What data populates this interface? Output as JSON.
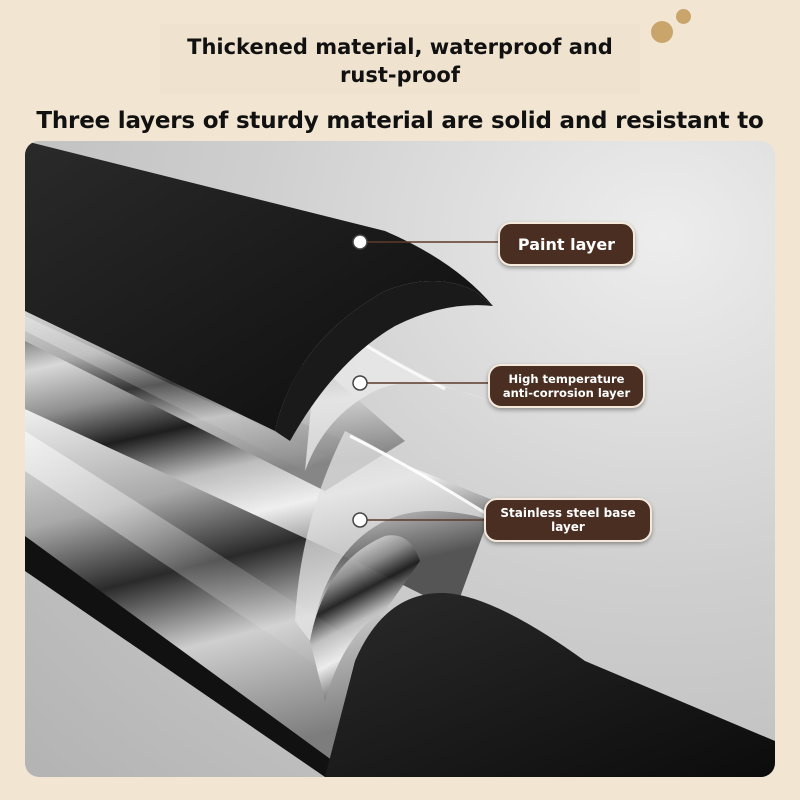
{
  "header": {
    "title_main": "Thickened material, waterproof and\nrust-proof",
    "title_sub": "Three layers of sturdy material are solid and resistant to bending"
  },
  "callouts": {
    "paint_layer": "Paint layer",
    "corrosion_layer": "High temperature\nanti-corrosion layer",
    "steel_layer": "Stainless steel base layer"
  },
  "colors": {
    "background": "#f2e6d3",
    "label_fill": "#4a2e22",
    "dot_accent": "#c9a56b"
  }
}
